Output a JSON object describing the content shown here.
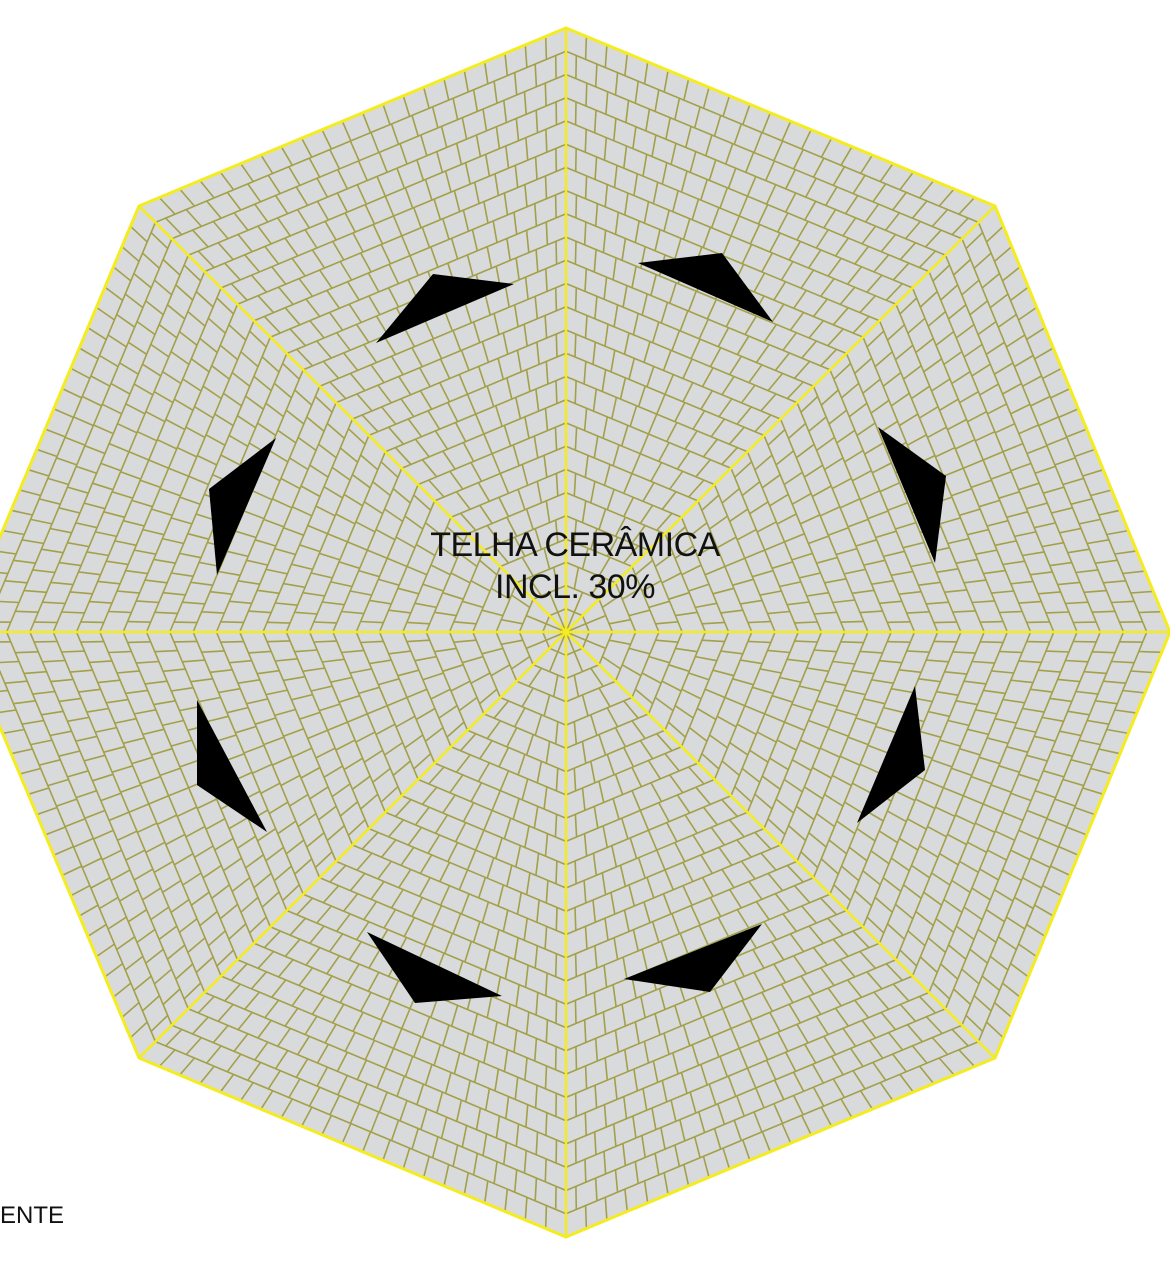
{
  "roof": {
    "material_label": "TELHA CERÂMICA",
    "slope_label": "INCL. 30%"
  },
  "edge_text": "ENTE",
  "colors": {
    "roof_fill": "#d9dadb",
    "tile_lines": "#a3a04a",
    "ridge_lines": "#f4ec1e",
    "arrows": "#000000",
    "text": "#111111"
  },
  "icons": {
    "slope_arrow": "slope-direction-arrow-icon"
  }
}
